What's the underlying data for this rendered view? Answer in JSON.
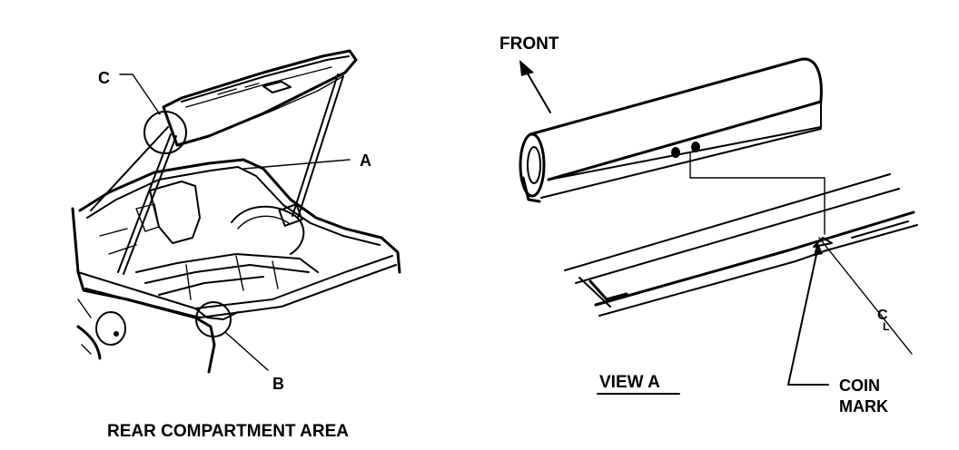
{
  "left_panel": {
    "callout_a": "A",
    "callout_b": "B",
    "callout_c": "C",
    "caption": "REAR COMPARTMENT AREA"
  },
  "right_panel": {
    "front_label": "FRONT",
    "view_label": "VIEW A",
    "centerline_symbol": "C",
    "centerline_subscript": "L",
    "coin_mark_line1": "COIN",
    "coin_mark_line2": "MARK"
  }
}
